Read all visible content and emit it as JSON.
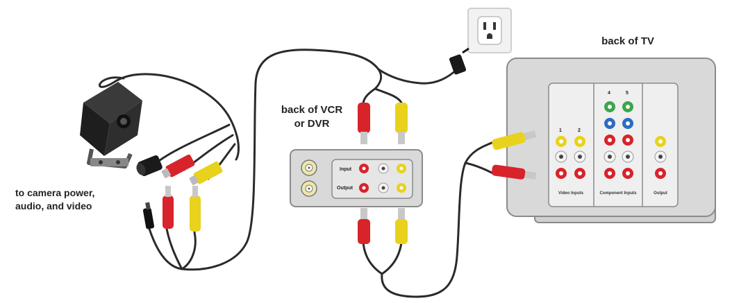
{
  "labels": {
    "back_of_tv": "back of TV",
    "back_of_vcr_line1": "back of VCR",
    "back_of_vcr_line2": "or DVR",
    "camera_line1": "to camera power,",
    "camera_line2": "audio, and video"
  },
  "vcr_panel": {
    "input_label": "Input",
    "output_label": "Output"
  },
  "tv_panel": {
    "video_inputs_numbers": [
      "1",
      "2"
    ],
    "component_inputs_numbers": [
      "4",
      "5"
    ],
    "section_video_inputs": "Video Inputs",
    "section_component_inputs": "Component Inputs",
    "section_output": "Output"
  },
  "colors": {
    "cable": "#2a2a2a",
    "red_plug": "#d8232a",
    "yellow_plug": "#e8d21c",
    "white_jack": "#f4f4f4",
    "green_jack": "#3aa64a",
    "blue_jack": "#2b6cc4",
    "panel_gray": "#d9d9d9",
    "panel_border": "#8a8a8a"
  },
  "icons": [
    "camera-icon",
    "wall-outlet-icon",
    "power-adapter-icon",
    "rca-plug-icon",
    "rca-jack-icon",
    "coax-jack-icon"
  ]
}
